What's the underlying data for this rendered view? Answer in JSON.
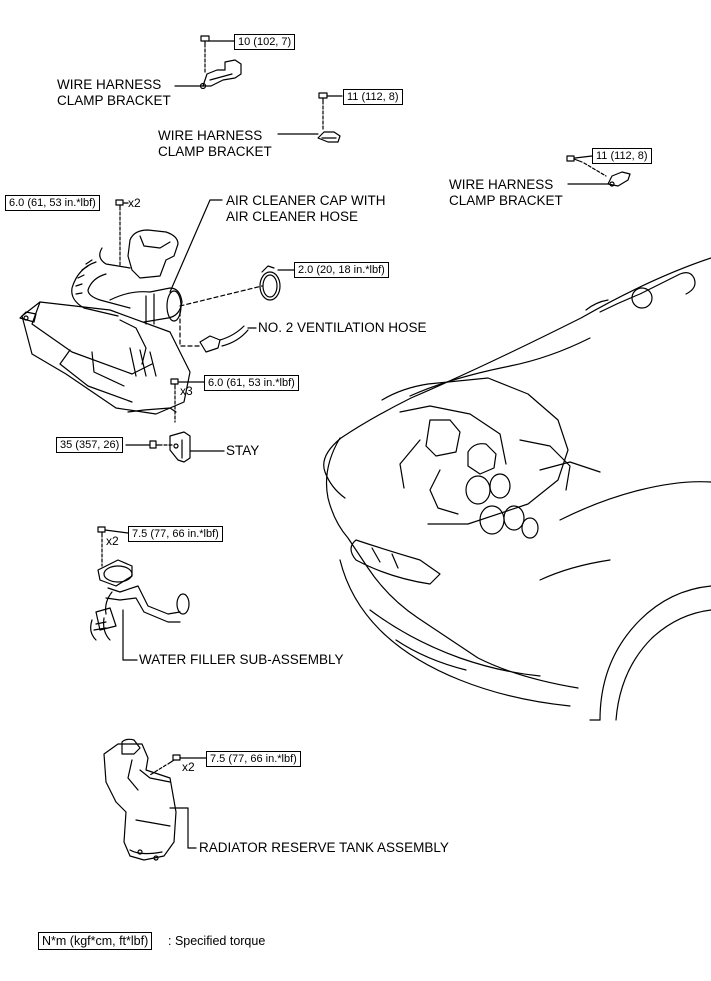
{
  "labels": {
    "harness_bracket_1": [
      "WIRE HARNESS",
      "CLAMP BRACKET"
    ],
    "harness_bracket_2": [
      "WIRE HARNESS",
      "CLAMP BRACKET"
    ],
    "harness_bracket_3": [
      "WIRE HARNESS",
      "CLAMP BRACKET"
    ],
    "air_cleaner": [
      "AIR CLEANER CAP WITH",
      "AIR CLEANER HOSE"
    ],
    "ventilation_hose": "NO. 2 VENTILATION HOSE",
    "stay": "STAY",
    "water_filler": "WATER FILLER SUB-ASSEMBLY",
    "reserve_tank": "RADIATOR RESERVE TANK ASSEMBLY"
  },
  "torques": {
    "t1": "10 (102, 7)",
    "t2": "11 (112, 8)",
    "t3": "11 (112, 8)",
    "t4": "6.0 (61, 53 in.*lbf)",
    "t5": "2.0 (20, 18 in.*lbf)",
    "t6": "6.0 (61, 53 in.*lbf)",
    "t7": "35 (357, 26)",
    "t8": "7.5 (77, 66 in.*lbf)",
    "t9": "7.5 (77, 66 in.*lbf)"
  },
  "quantities": {
    "q1": "x2",
    "q2": "x3",
    "q3": "x2",
    "q4": "x2"
  },
  "legend": {
    "unit": "N*m (kgf*cm, ft*lbf)",
    "description": ": Specified torque"
  }
}
